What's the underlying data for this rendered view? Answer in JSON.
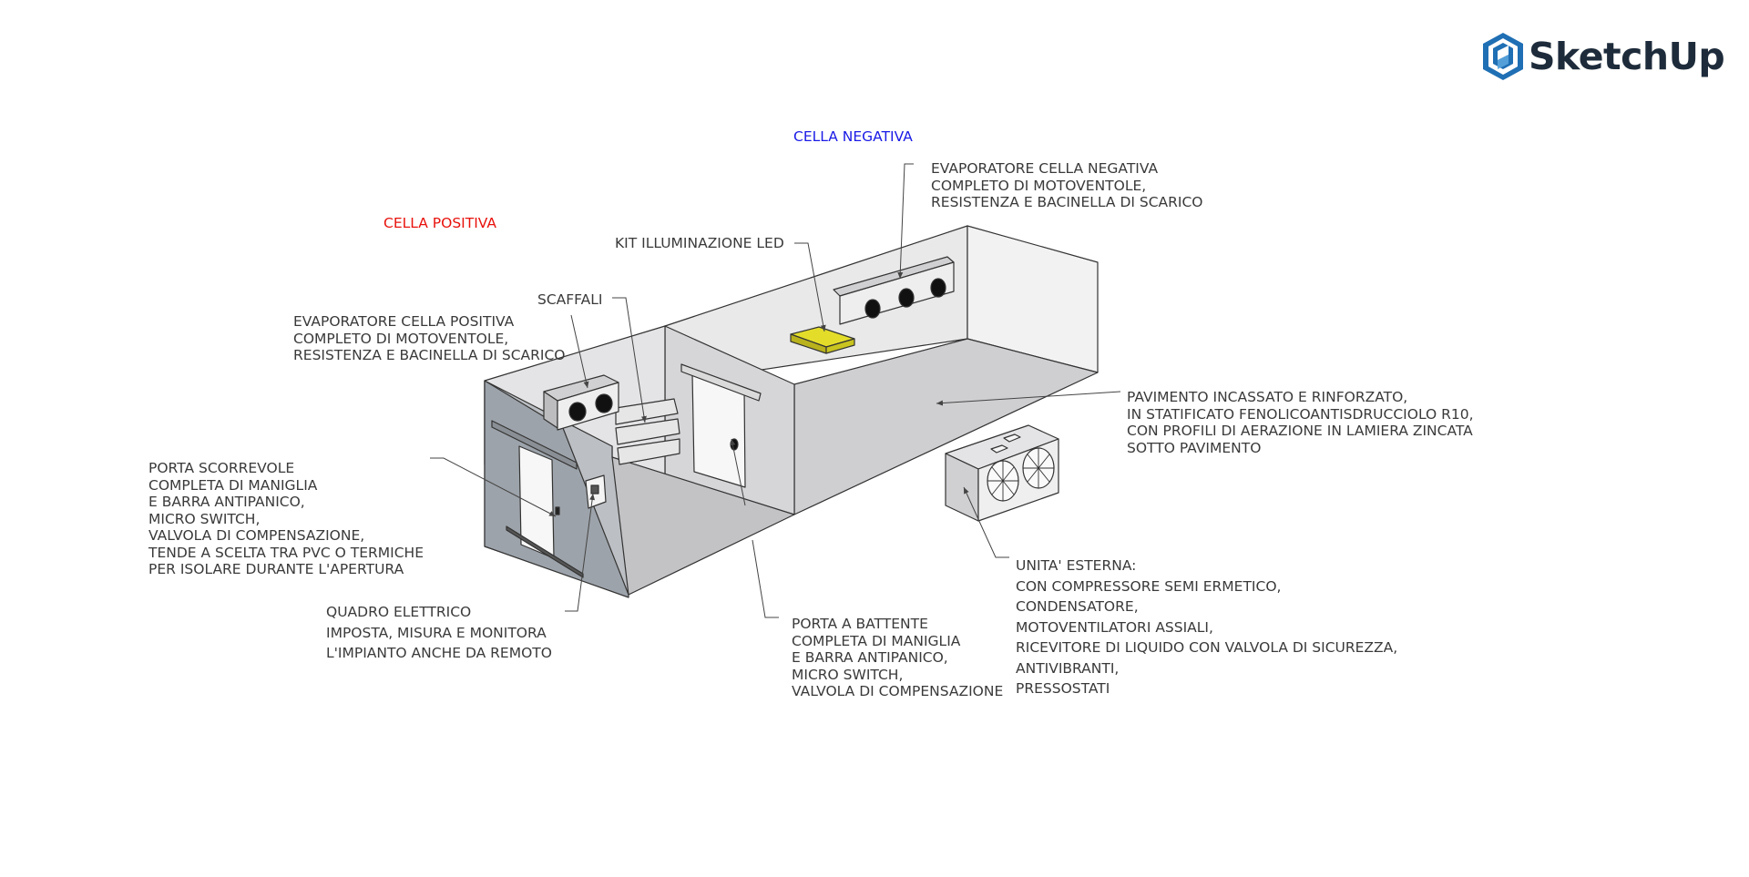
{
  "app": {
    "brand": "SketchUp"
  },
  "titles": {
    "positive_cell": "CELLA POSITIVA",
    "negative_cell": "CELLA NEGATIVA"
  },
  "colors": {
    "positive_title": "#e8120c",
    "negative_title": "#1a1ae6",
    "led_kit": "#e3dd2a",
    "logo_blue": "#1f6fb4"
  },
  "labels": {
    "evaporator_negative": [
      "EVAPORATORE CELLA NEGATIVA",
      "COMPLETO DI MOTOVENTOLE,",
      "RESISTENZA E BACINELLA DI SCARICO"
    ],
    "led_kit": [
      "KIT ILLUMINAZIONE LED"
    ],
    "shelves": [
      "SCAFFALI"
    ],
    "evaporator_positive": [
      "EVAPORATORE CELLA POSITIVA",
      "COMPLETO DI MOTOVENTOLE,",
      "RESISTENZA E BACINELLA DI SCARICO"
    ],
    "floor": [
      "PAVIMENTO INCASSATO E RINFORZATO,",
      "IN STATIFICATO FENOLICOANTISDRUCCIOLO R10,",
      "CON PROFILI DI AERAZIONE IN LAMIERA ZINCATA",
      "SOTTO PAVIMENTO"
    ],
    "sliding_door": [
      "PORTA SCORREVOLE",
      "COMPLETA DI MANIGLIA",
      "E BARRA ANTIPANICO,",
      "MICRO SWITCH,",
      "VALVOLA DI COMPENSAZIONE,",
      "TENDE A SCELTA TRA PVC O TERMICHE",
      "PER ISOLARE DURANTE L'APERTURA"
    ],
    "electrical_panel": [
      "QUADRO ELETTRICO",
      "IMPOSTA, MISURA E MONITORA",
      "L'IMPIANTO ANCHE DA REMOTO"
    ],
    "hinged_door": [
      "PORTA A BATTENTE",
      "COMPLETA DI MANIGLIA",
      "E BARRA ANTIPANICO,",
      "MICRO SWITCH,",
      "VALVOLA DI COMPENSAZIONE"
    ],
    "external_unit": [
      "UNITA' ESTERNA:",
      "CON COMPRESSORE SEMI ERMETICO,",
      "CONDENSATORE,",
      "MOTOVENTILATORI ASSIALI,",
      "RICEVITORE DI LIQUIDO CON VALVOLA DI SICUREZZA,",
      "ANTIVIBRANTI,",
      "PRESSOSTATI"
    ]
  },
  "icons": {
    "logo": "sketchup-logo-icon",
    "fan": "fan-icon"
  }
}
